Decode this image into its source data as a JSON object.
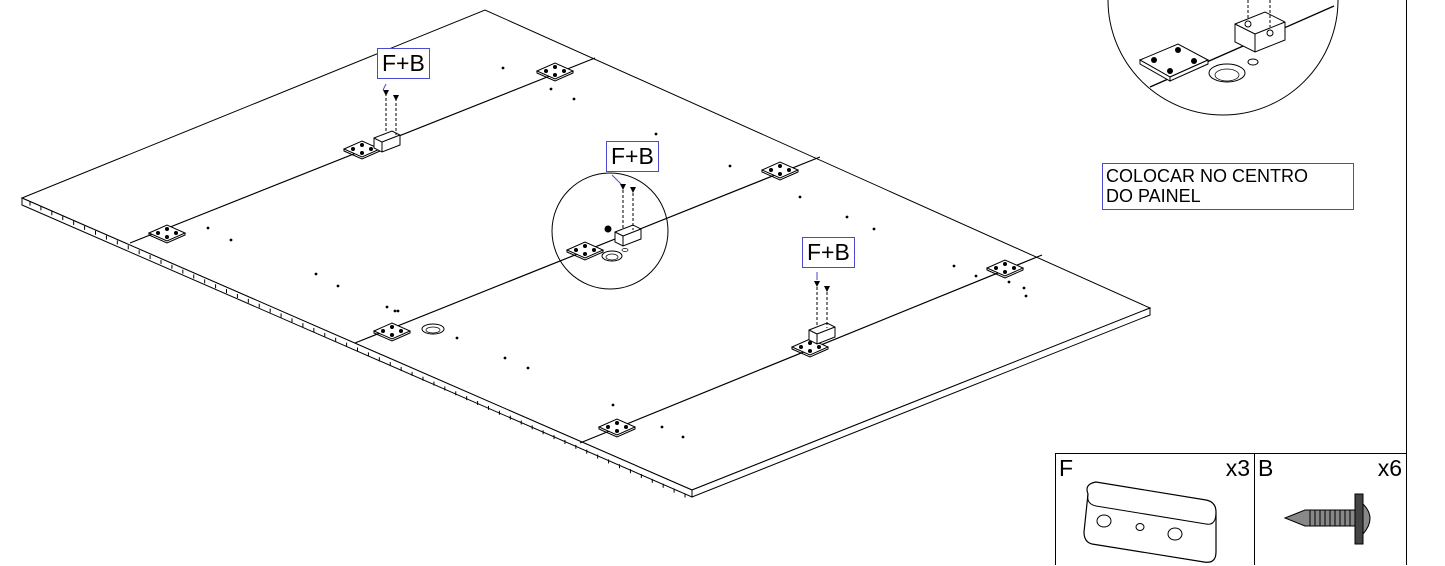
{
  "callouts": {
    "left": "F+B",
    "center": "F+B",
    "right": "F+B"
  },
  "note": {
    "line1": "COLOCAR NO CENTRO",
    "line2": "DO PAINEL"
  },
  "parts": [
    {
      "letter": "F",
      "qty": "x3"
    },
    {
      "letter": "B",
      "qty": "x6"
    }
  ],
  "colors": {
    "line": "#000000",
    "callout_border": "#4a4ad0"
  }
}
